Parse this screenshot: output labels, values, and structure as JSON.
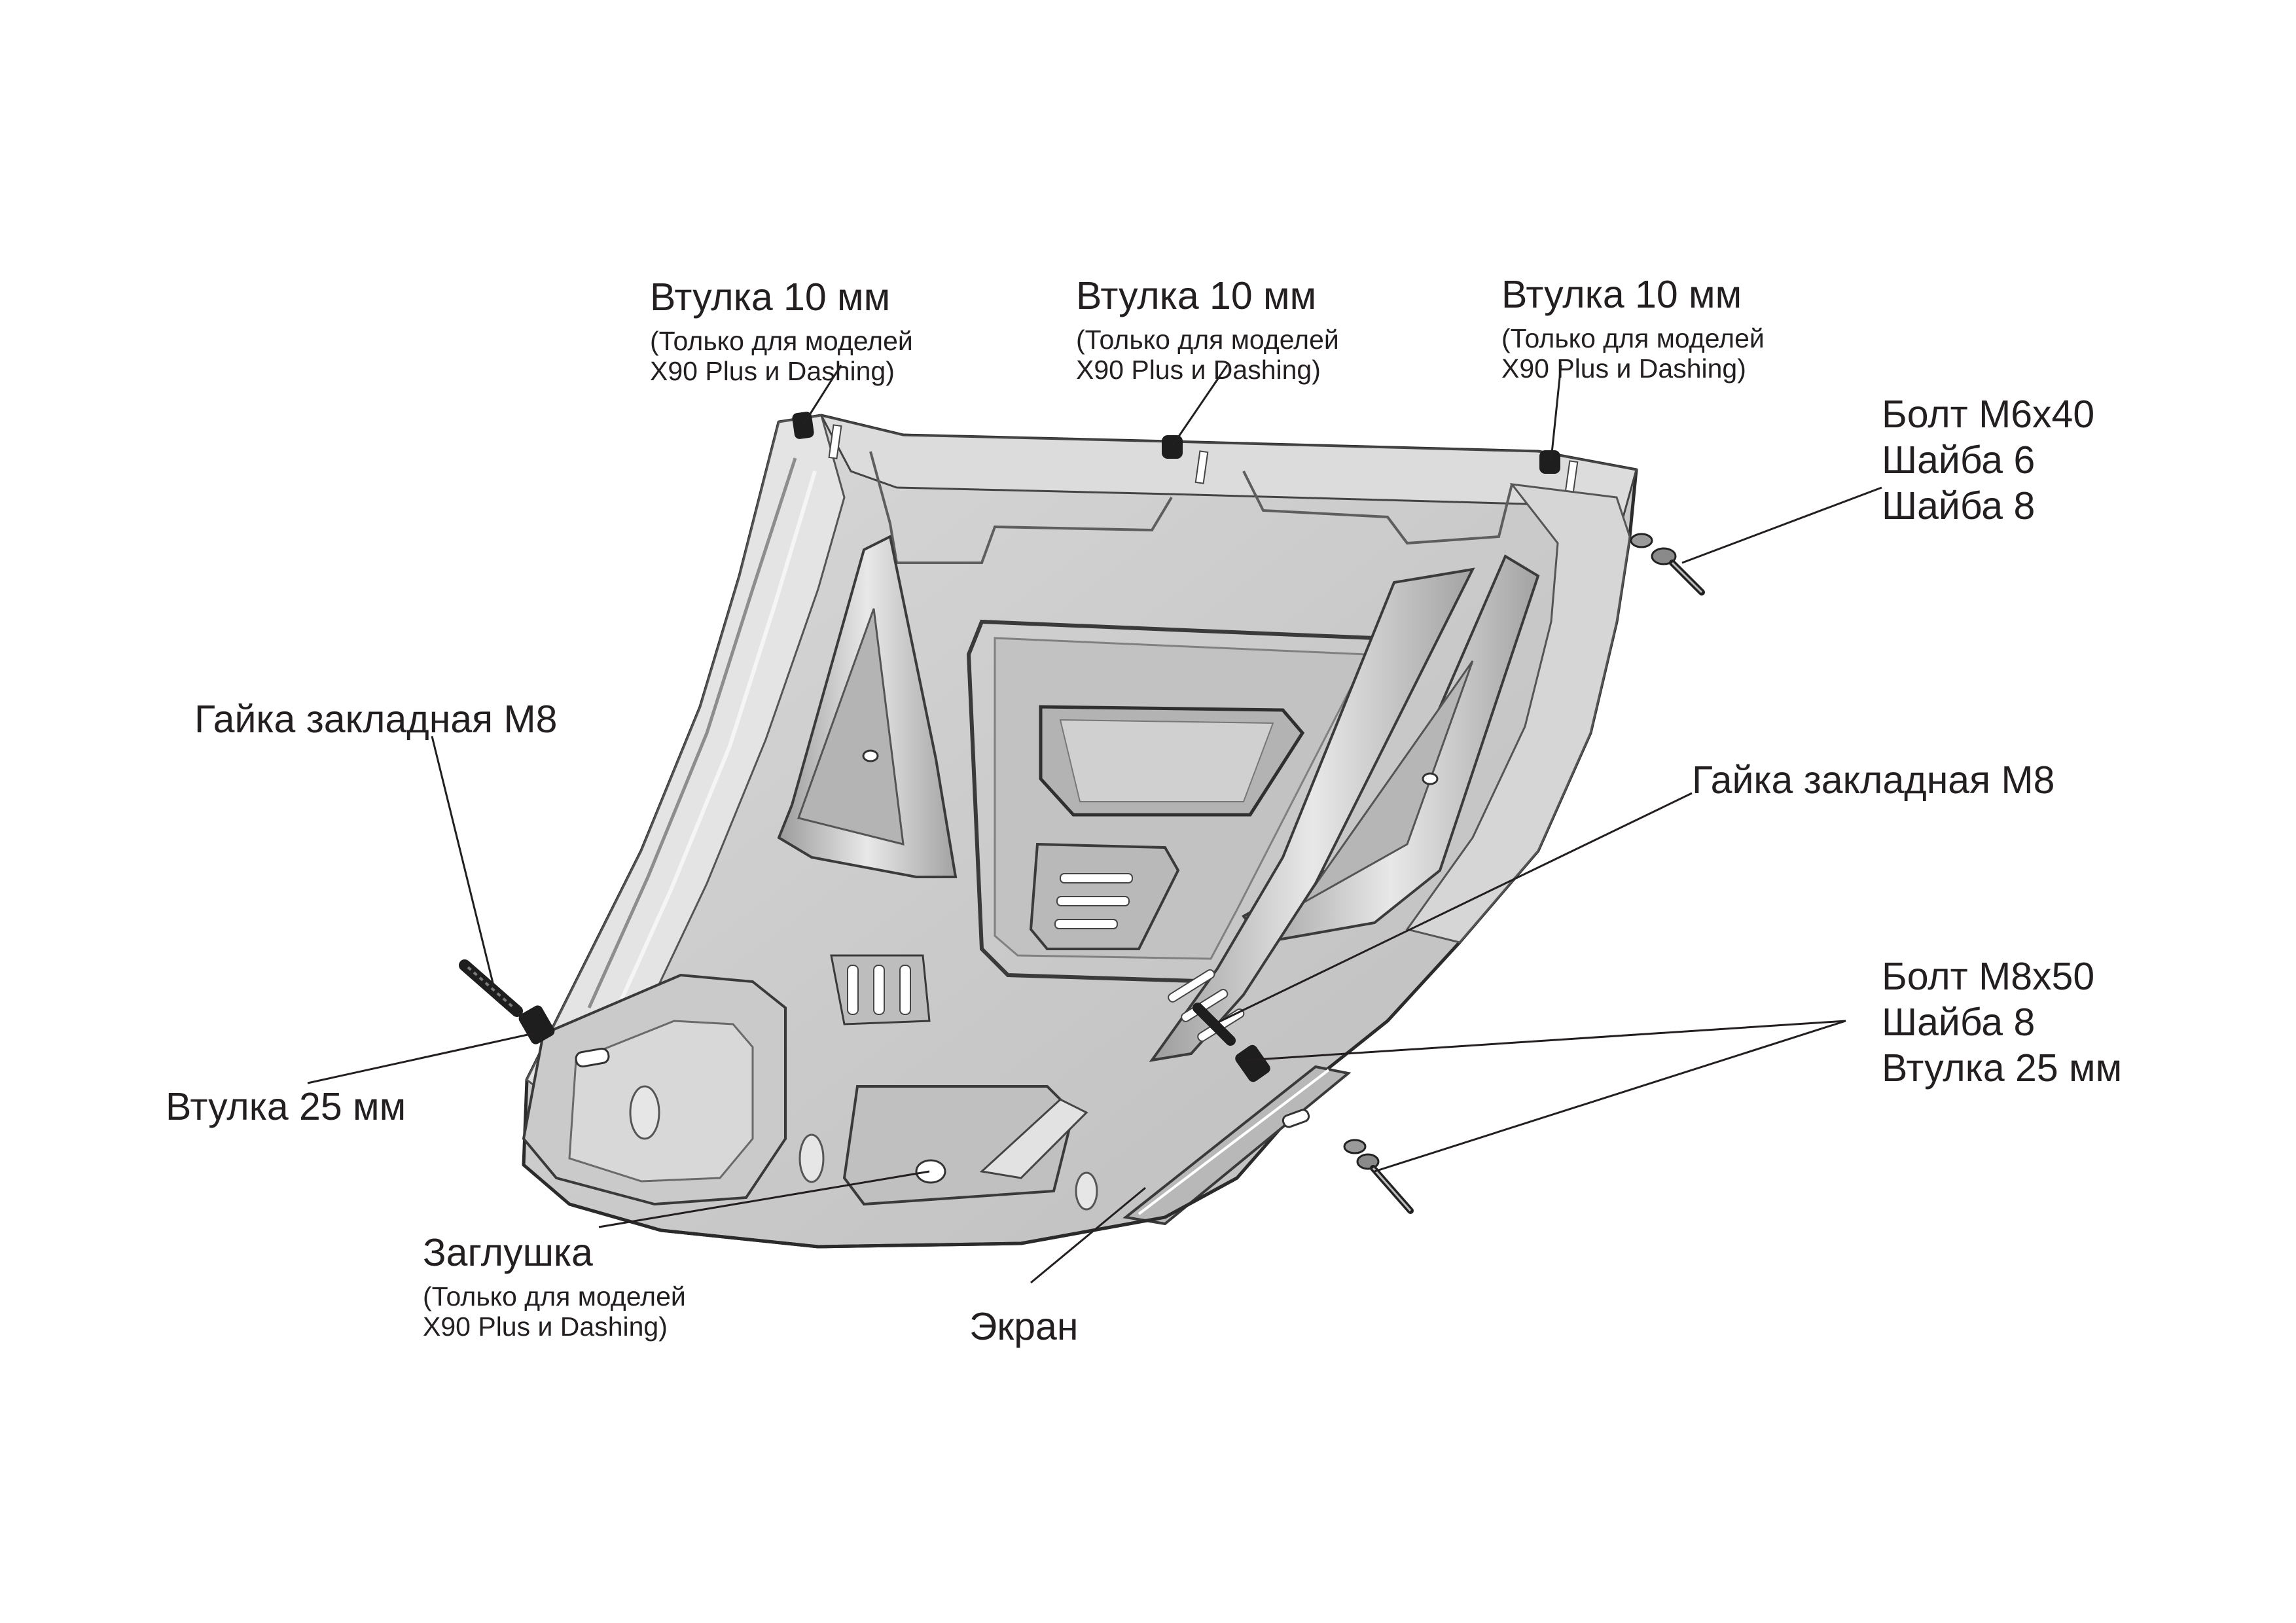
{
  "labels": {
    "bushing_10_left": {
      "title": "Втулка 10 мм",
      "note_line1": "(Только для моделей",
      "note_line2": "X90 Plus и Dashing)"
    },
    "bushing_10_center": {
      "title": "Втулка 10 мм",
      "note_line1": "(Только для моделей",
      "note_line2": "X90 Plus и Dashing)"
    },
    "bushing_10_right": {
      "title": "Втулка 10 мм",
      "note_line1": "(Только для моделей",
      "note_line2": "X90 Plus и Dashing)"
    },
    "bolt_m6_group": {
      "line1": "Болт М6х40",
      "line2": "Шайба 6",
      "line3": "Шайба 8"
    },
    "nut_m8_left": "Гайка закладная М8",
    "nut_m8_right": "Гайка закладная М8",
    "bolt_m8_group": {
      "line1": "Болт М8х50",
      "line2": "Шайба 8",
      "line3": "Втулка 25 мм"
    },
    "bushing_25_left": "Втулка 25 мм",
    "plug": {
      "title": "Заглушка",
      "note_line1": "(Только для моделей",
      "note_line2": "X90 Plus и Dashing)"
    },
    "shield": "Экран"
  },
  "colors": {
    "plate_fill": "#cfcfcf",
    "plate_shade": "#a9a9a9",
    "outline": "#2b2b2b",
    "leader": "#231f20",
    "hardware": "#1e1e1e"
  }
}
